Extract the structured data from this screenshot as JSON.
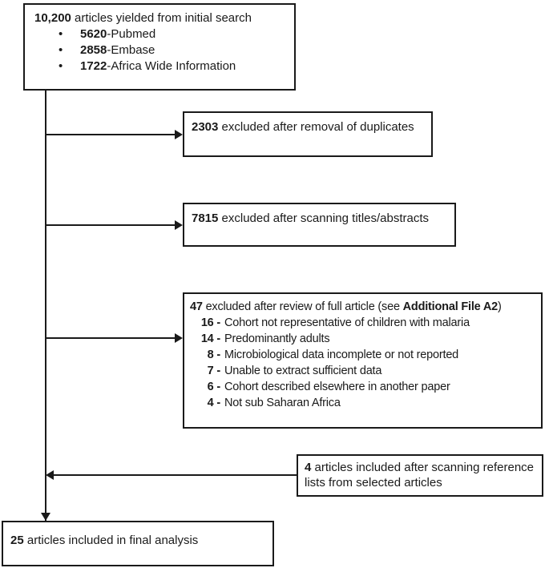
{
  "page": {
    "background": "#ffffff",
    "line_color": "#1a1a1a"
  },
  "boxes": {
    "initial_search": {
      "number": "10,200",
      "text": " articles yielded from initial search",
      "bullet": "•",
      "sep": " - ",
      "items": [
        {
          "number": "5620",
          "label": "Pubmed"
        },
        {
          "number": "2858",
          "label": "Embase"
        },
        {
          "number": "1722",
          "label": "Africa Wide Information"
        }
      ]
    },
    "duplicates_excluded": {
      "number": "2303",
      "text": " excluded after removal of duplicates"
    },
    "titles_abstracts_excluded": {
      "number": "7815",
      "text": " excluded after scanning titles/abstracts"
    },
    "full_article_excluded": {
      "number": "47",
      "text_before": " excluded after review of full article (see ",
      "reference": "Additional File A2",
      "text_after": ")",
      "items": [
        {
          "number": "16 -",
          "label": "Cohort not representative of children with malaria"
        },
        {
          "number": "14 -",
          "label": "Predominantly adults"
        },
        {
          "number": "8 -",
          "label": "Microbiological data incomplete or not reported"
        },
        {
          "number": "7 -",
          "label": "Unable to extract sufficient data"
        },
        {
          "number": "6 -",
          "label": "Cohort described elsewhere in another paper"
        },
        {
          "number": "4 -",
          "label": "Not sub Saharan Africa"
        }
      ]
    },
    "reference_lists_included": {
      "number": "4",
      "text": " articles included after scanning reference lists from selected articles"
    },
    "final_analysis": {
      "number": "25",
      "text": " articles included in final analysis"
    }
  }
}
